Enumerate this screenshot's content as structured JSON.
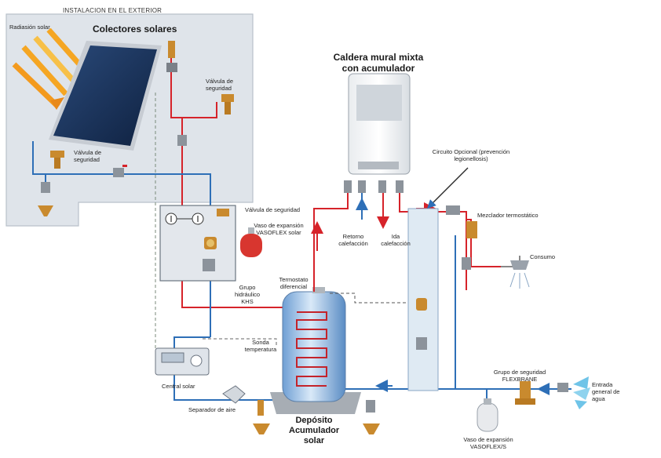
{
  "labels": {
    "outdoor_zone": "INSTALACION EN EL EXTERIOR",
    "solar_radiation": "Radiasión solar",
    "collectors": "Colectores solares",
    "safety_valve_top": "Válvula de seguridad",
    "safety_valve_left": "Válvula de seguridad",
    "boiler": "Caldera mural mixta con acumulador",
    "optional_circuit": "Circuito Opcional (prevención legionellosis)",
    "safety_valve_kit": "Válvula de seguridad",
    "expansion_vessel_solar": "Vaso de expansión VASOFLEX solar",
    "return_heating": "Retorno calefacción",
    "flow_heating": "Ida calefacción",
    "thermostatic_mixer": "Mezclador termostático",
    "consumption": "Consumo",
    "hydraulic_group": "Grupo hidráulico KHS",
    "differential_thermostat": "Termostato diferencial",
    "temp_probe": "Sonda temperatura",
    "central_solar": "Central solar",
    "air_separator": "Separador de aire",
    "solar_tank": "Depósito Acumulador solar",
    "safety_group": "Grupo de seguridad FLEXBRANE",
    "water_inlet": "Entrada general de agua",
    "expansion_vessel_flex": "Vaso de expansión VASOFLEX/S"
  },
  "colors": {
    "hot_pipe": "#d6232a",
    "cold_pipe": "#2e6fb7",
    "outdoor_bg": "#dfe4ea",
    "tank": "#8fb6e0",
    "panel": "#1b3357",
    "valve": "#c98a2e"
  }
}
